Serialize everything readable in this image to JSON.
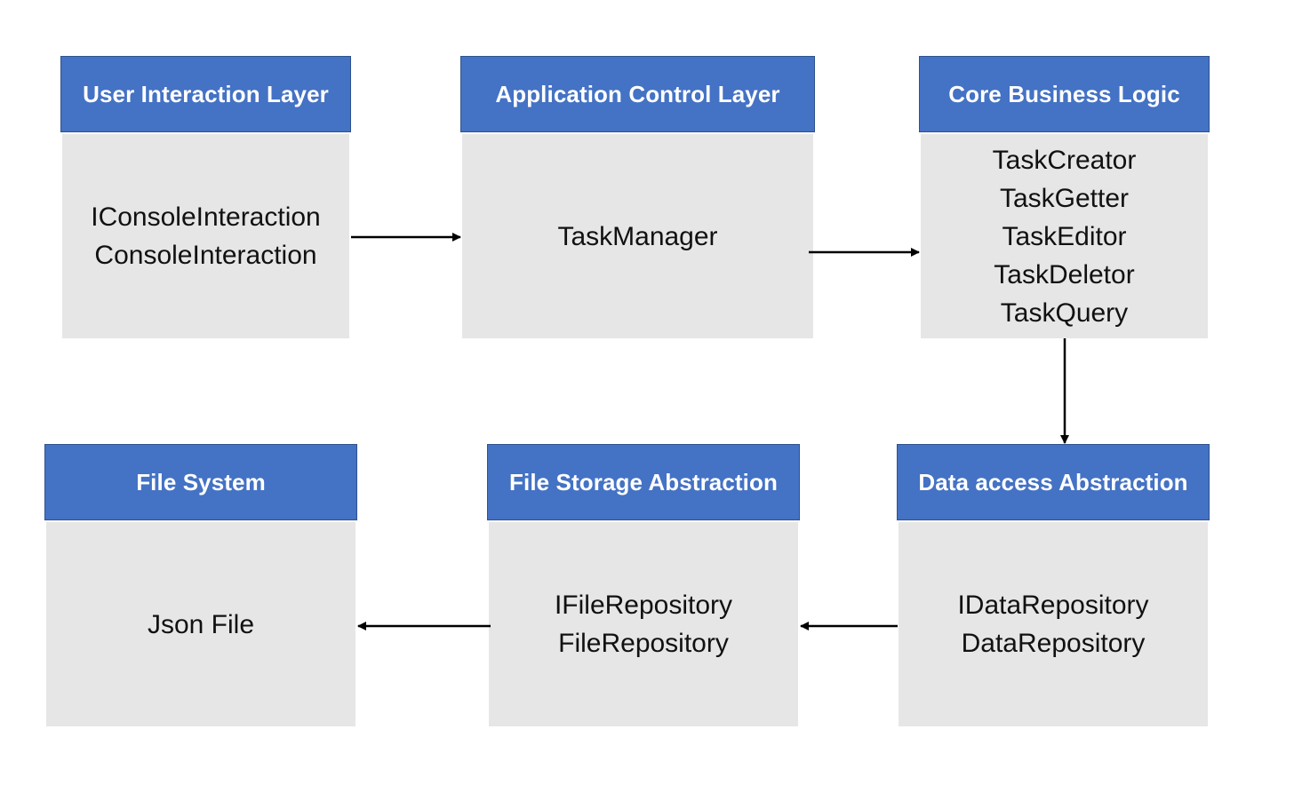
{
  "boxes": [
    {
      "id": "user-interaction",
      "header": "User Interaction Layer",
      "items": [
        "IConsoleInteraction",
        "ConsoleInteraction"
      ]
    },
    {
      "id": "application-control",
      "header": "Application Control Layer",
      "items": [
        "TaskManager"
      ]
    },
    {
      "id": "core-business",
      "header": "Core Business Logic",
      "items": [
        "TaskCreator",
        "TaskGetter",
        "TaskEditor",
        "TaskDeletor",
        "TaskQuery"
      ]
    },
    {
      "id": "file-system",
      "header": "File System",
      "items": [
        "Json File"
      ]
    },
    {
      "id": "file-storage",
      "header": "File Storage Abstraction",
      "items": [
        "IFileRepository",
        "FileRepository"
      ]
    },
    {
      "id": "data-access",
      "header": "Data access Abstraction",
      "items": [
        "IDataRepository",
        "DataRepository"
      ]
    }
  ],
  "connections": [
    {
      "from": "user-interaction",
      "to": "application-control"
    },
    {
      "from": "application-control",
      "to": "core-business"
    },
    {
      "from": "core-business",
      "to": "data-access"
    },
    {
      "from": "data-access",
      "to": "file-storage"
    },
    {
      "from": "file-storage",
      "to": "file-system"
    }
  ]
}
